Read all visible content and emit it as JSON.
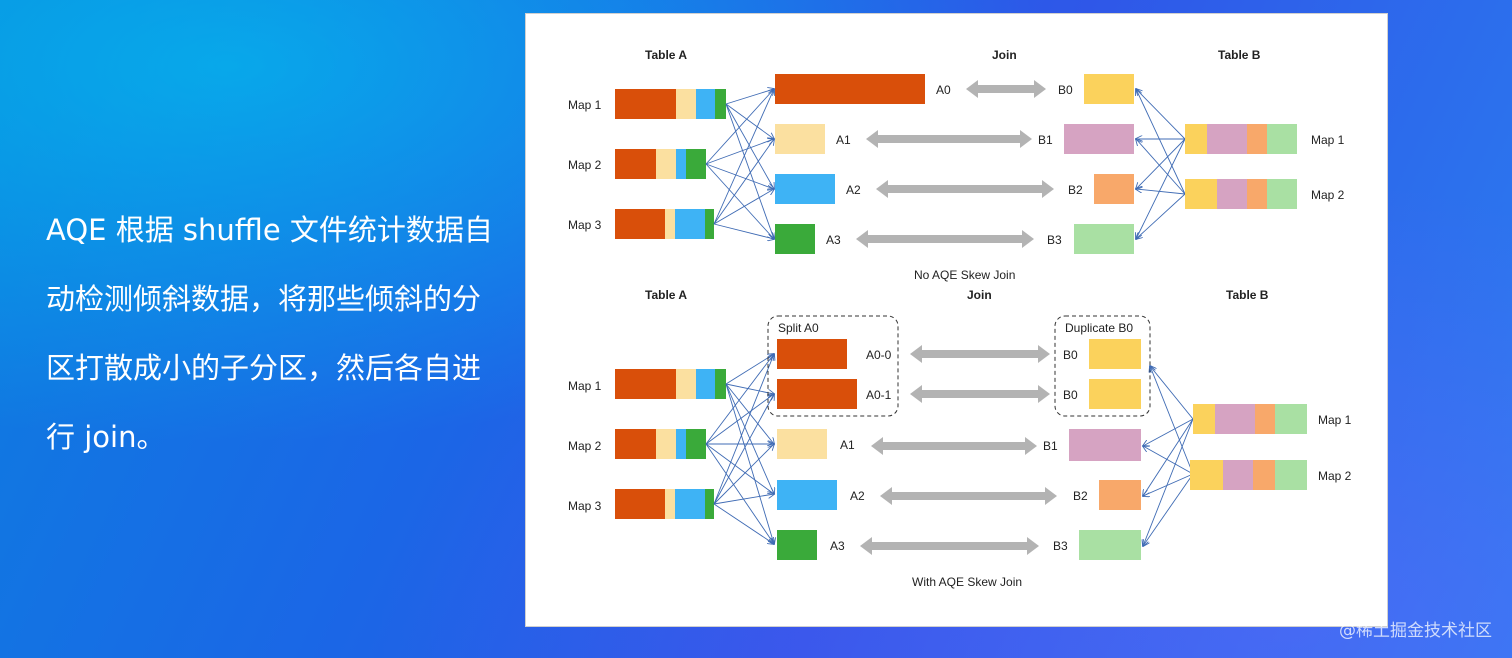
{
  "description": "AQE 根据 shuffle 文件统计数据自动检测倾斜数据，将那些倾斜的分区打散成小的子分区，然后各自进行 join。",
  "watermark": "@稀土掘金技术社区",
  "colors": {
    "orange": "#d94f0a",
    "cream": "#fbe0a0",
    "blue": "#3eb3f5",
    "green": "#3aaa3a",
    "yellow": "#fbd25c",
    "pink": "#d6a3c2",
    "peach": "#f8a86a",
    "lightgreen": "#a9e0a3",
    "arrow_gray": "#b3b3b3",
    "line_blue": "#3f6bb4"
  },
  "top": {
    "table_a": "Table A",
    "join": "Join",
    "table_b": "Table B",
    "maps_a": [
      "Map 1",
      "Map 2",
      "Map 3"
    ],
    "parts_a": [
      "A0",
      "A1",
      "A2",
      "A3"
    ],
    "parts_b": [
      "B0",
      "B1",
      "B2",
      "B3"
    ],
    "maps_b": [
      "Map 1",
      "Map 2"
    ],
    "caption": "No AQE Skew Join"
  },
  "bottom": {
    "table_a": "Table A",
    "join": "Join",
    "table_b": "Table B",
    "maps_a": [
      "Map 1",
      "Map 2",
      "Map 3"
    ],
    "split_label": "Split A0",
    "duplicate_label": "Duplicate B0",
    "split_parts": [
      "A0-0",
      "A0-1"
    ],
    "dup_parts": [
      "B0",
      "B0"
    ],
    "parts_a": [
      "A1",
      "A2",
      "A3"
    ],
    "parts_b": [
      "B1",
      "B2",
      "B3"
    ],
    "maps_b": [
      "Map 1",
      "Map 2"
    ],
    "caption": "With AQE Skew Join"
  }
}
